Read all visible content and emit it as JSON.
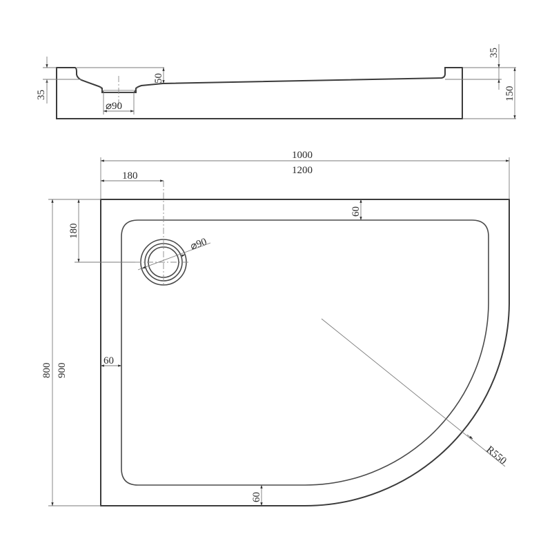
{
  "drawing": {
    "title": "Quadrant shower tray technical drawing",
    "views": {
      "section": {
        "labels": {
          "left_lip_height": "35",
          "slope_depth": "50",
          "drain_diameter": "⌀90",
          "right_lip_height": "35",
          "total_height": "150"
        }
      },
      "plan": {
        "labels": {
          "width_a": "1000",
          "width_b": "1200",
          "drain_offset_x": "180",
          "drain_offset_y": "180",
          "drain_diameter": "⌀90",
          "rim_top": "60",
          "rim_left": "60",
          "rim_bottom": "60",
          "depth_a": "800",
          "depth_b": "900",
          "corner_radius": "R550"
        }
      }
    },
    "colors": {
      "line": "#3a3a3a",
      "dimension": "#7a7a7a",
      "background": "#ffffff"
    }
  }
}
